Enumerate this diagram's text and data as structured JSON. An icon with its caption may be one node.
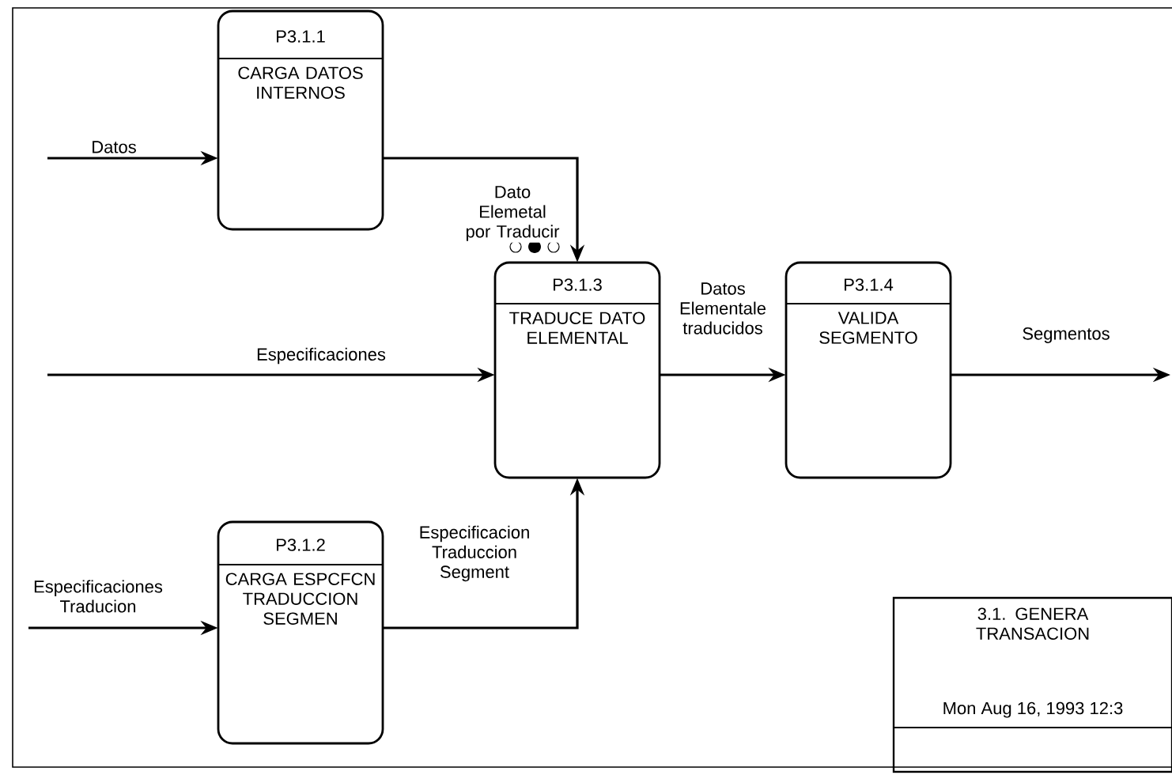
{
  "diagram": {
    "nodes": [
      {
        "text": [
          "P3.1.1",
          "CARGA DATOS INTERNOS"
        ]
      },
      {
        "text": [
          "P3.1.2",
          "CARGA ESPCFCN TRADUCCION SEGMEN"
        ]
      },
      {
        "text": [
          "P3.1.3",
          "TRADUCE DATO ELEMENTAL"
        ]
      },
      {
        "text": [
          "P3.1.4",
          "VALIDA SEGMENTO"
        ]
      },
      {
        "text": [
          "3.1. GENERA TRANSACION",
          "Mon Aug 16, 1993  12:3"
        ]
      }
    ],
    "edges": [
      {
        "from": null,
        "to": 0,
        "arrow": "to",
        "label": "Datos"
      },
      {
        "from": 0,
        "to": 2,
        "arrow": "to",
        "label": "Dato Elemetal por Traducir"
      },
      {
        "from": null,
        "to": 2,
        "arrow": "to",
        "label": "Especificaciones"
      },
      {
        "from": null,
        "to": 1,
        "arrow": "to",
        "label": "Especificaciones Traducion"
      },
      {
        "from": 1,
        "to": 2,
        "arrow": "to",
        "label": "Especificacion Traduccion Segment"
      },
      {
        "from": 2,
        "to": 3,
        "arrow": "to",
        "label": "Datos Elementale traducidos"
      },
      {
        "from": 3,
        "to": null,
        "arrow": "to",
        "label": "Segmentos"
      }
    ]
  }
}
